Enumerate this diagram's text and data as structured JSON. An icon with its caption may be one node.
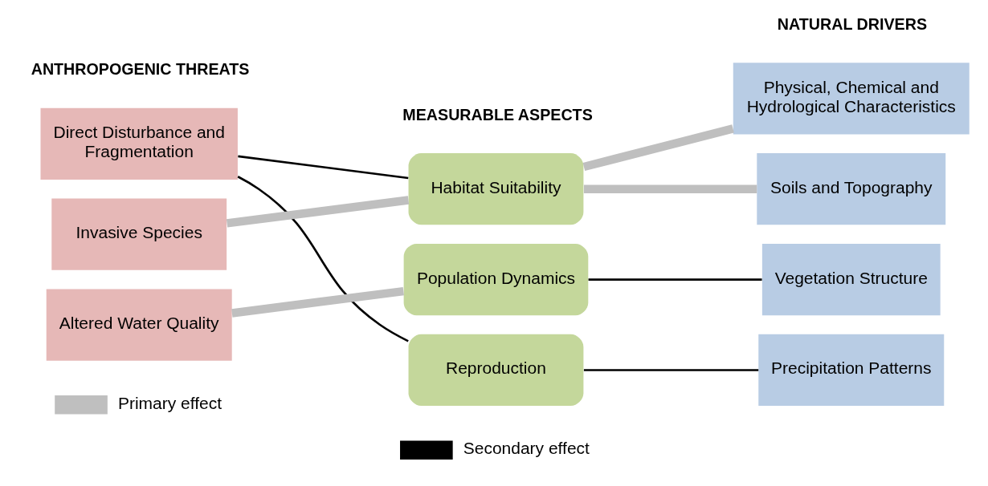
{
  "diagram": {
    "nodes": [
      {
        "text": [
          "Direct Disturbance and Fragmentation"
        ]
      },
      {
        "text": [
          "Invasive Species"
        ]
      },
      {
        "text": [
          "Altered Water Quality"
        ]
      },
      {
        "text": [
          "Habitat Suitability"
        ]
      },
      {
        "text": [
          "Population Dynamics"
        ]
      },
      {
        "text": [
          "Reproduction"
        ]
      },
      {
        "text": [
          "Physical, Chemical and Hydrological Characteristics"
        ]
      },
      {
        "text": [
          "Soils and Topography"
        ]
      },
      {
        "text": [
          "Vegetation Structure"
        ]
      },
      {
        "text": [
          "Precipitation Patterns"
        ]
      }
    ],
    "edges": [
      {
        "from": 0,
        "to": 3,
        "arrow": "none"
      },
      {
        "from": 0,
        "to": 5,
        "arrow": "none"
      },
      {
        "from": 1,
        "to": 3,
        "arrow": "none",
        "style": "thick",
        "color": "#bfbfbf"
      },
      {
        "from": 2,
        "to": 4,
        "arrow": "none",
        "style": "thick",
        "color": "#bfbfbf"
      },
      {
        "from": 3,
        "to": 6,
        "arrow": "none",
        "style": "thick",
        "color": "#bfbfbf"
      },
      {
        "from": 3,
        "to": 7,
        "arrow": "none",
        "style": "thick",
        "color": "#bfbfbf"
      },
      {
        "from": 4,
        "to": 8,
        "arrow": "none"
      },
      {
        "from": 5,
        "to": 9,
        "arrow": "none"
      }
    ],
    "labels": [
      "ANTHROPOGENIC THREATS",
      "MEASURABLE ASPECTS",
      "NATURAL DRIVERS"
    ],
    "legend": [
      {
        "text": "Primary effect"
      },
      {
        "text": "Secondary effect"
      }
    ]
  }
}
